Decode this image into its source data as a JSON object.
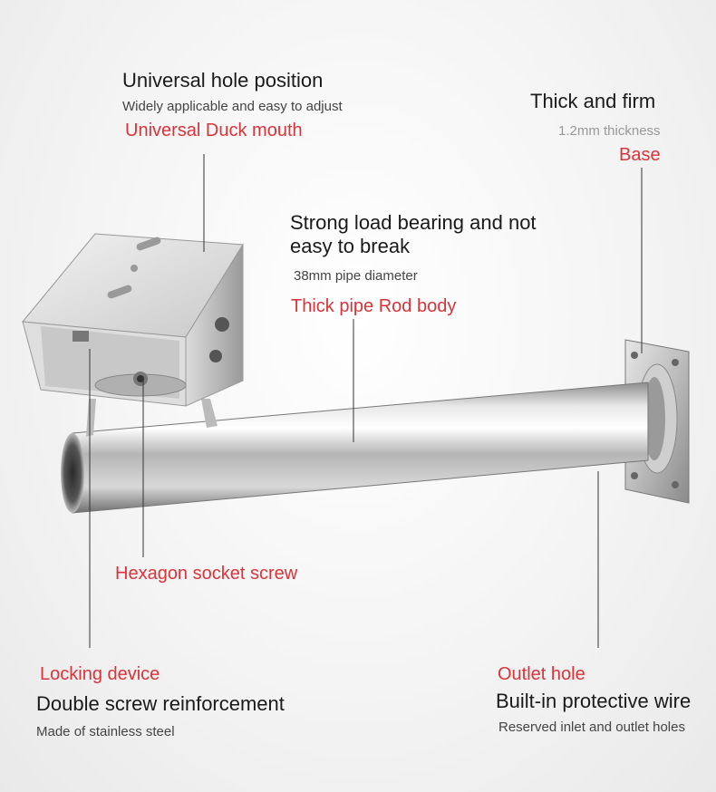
{
  "colors": {
    "accent_red": "#d9343a",
    "leader_line": "#333333",
    "steel_light": "#f5f5f5",
    "steel_dark": "#6e6e6e"
  },
  "callouts": {
    "duck_mouth": {
      "title": "Universal hole position",
      "subtitle": "Widely applicable and easy to adjust",
      "label": "Universal Duck mouth"
    },
    "base": {
      "title": "Thick and firm",
      "subtitle": "1.2mm thickness",
      "label": "Base"
    },
    "rod": {
      "title": "Strong load bearing and not easy to break",
      "subtitle": "38mm pipe diameter",
      "label": "Thick pipe Rod body"
    },
    "hex_screw": {
      "label": "Hexagon socket screw"
    },
    "locking": {
      "label": "Locking device",
      "title": "Double screw reinforcement",
      "subtitle": "Made of stainless steel"
    },
    "outlet": {
      "label": "Outlet hole",
      "title": "Built-in protective wire",
      "subtitle": "Reserved inlet and outlet holes"
    }
  }
}
